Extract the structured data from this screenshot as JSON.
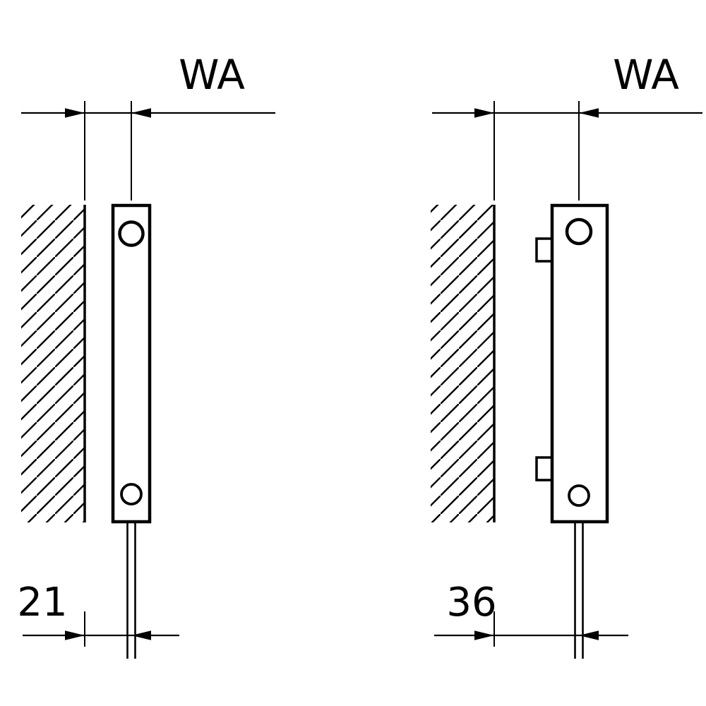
{
  "colors": {
    "background": "#ffffff",
    "line": "#000000",
    "text": "#000000"
  },
  "figures": {
    "left": {
      "wa_label": "WA",
      "value": "21"
    },
    "right": {
      "wa_label": "WA",
      "value": "36"
    }
  }
}
